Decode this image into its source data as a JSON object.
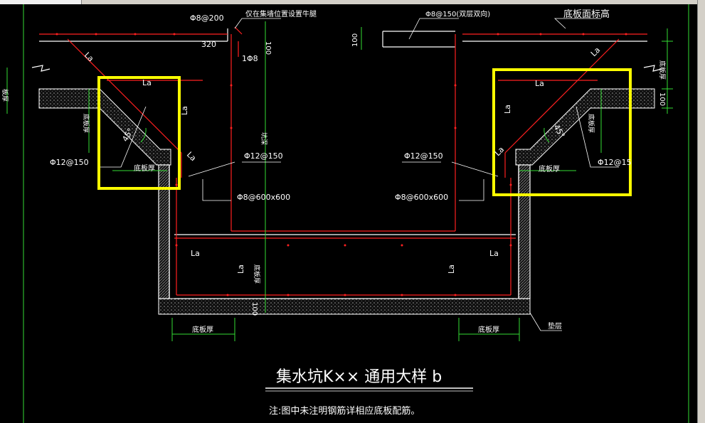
{
  "title": "集水坑K×× 通用大样 b",
  "note": "注:图中未注明钢筋详相应底板配筋。",
  "labels": {
    "bar_top": "Φ8@200",
    "wall_note": "仅在集墙位置设置牛腿",
    "bar_top_right": "Φ8@150(双层双向)",
    "slab_elev": "底板面标高",
    "dim_320": "320",
    "dim_100": "100",
    "bar_1phi8": "1Φ8",
    "la": "La",
    "slab_thick": "底板厚",
    "angle45": "45°",
    "bar_phi12_150": "Φ12@150",
    "bar_phi12_15": "Φ12@15",
    "bar_phi8_600": "Φ8@600x600",
    "pit_depth": "坑深",
    "cushion": "垫层",
    "side_text": "板厚"
  },
  "colors": {
    "line": "#ffffff",
    "rebar": "#ff2020",
    "dimension": "#33dd33",
    "highlight": "#ffff00",
    "hatch": "#808080"
  }
}
